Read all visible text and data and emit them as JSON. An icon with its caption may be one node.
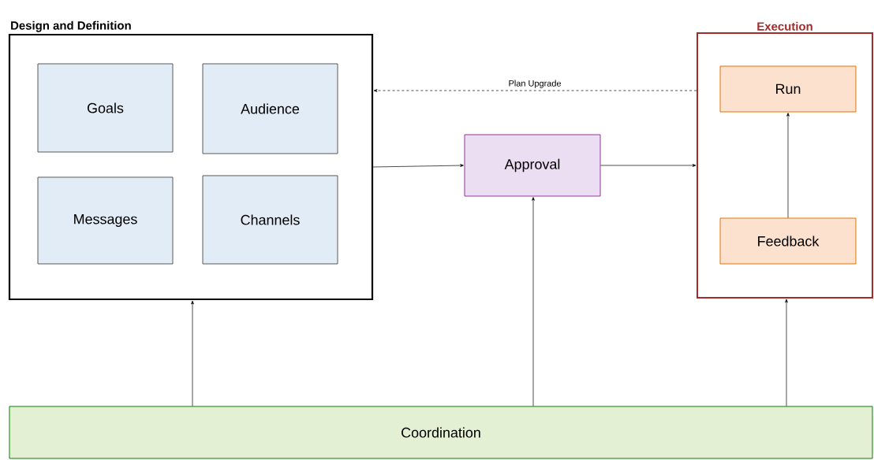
{
  "diagram": {
    "nodes": [
      {
        "text": [
          "Design and Definition"
        ]
      },
      {
        "text": [
          "Goals"
        ],
        "in": 0
      },
      {
        "text": [
          "Audience"
        ],
        "in": 0
      },
      {
        "text": [
          "Messages"
        ],
        "in": 0
      },
      {
        "text": [
          "Channels"
        ],
        "in": 0
      },
      {
        "text": [
          "Approval"
        ]
      },
      {
        "text": [
          "Execution"
        ]
      },
      {
        "text": [
          "Run"
        ],
        "in": 6
      },
      {
        "text": [
          "Feedback"
        ],
        "in": 6
      },
      {
        "text": [
          "Coordination"
        ]
      }
    ],
    "edges": [
      {
        "from": 6,
        "to": 0,
        "arrow": "to",
        "label": "Plan Upgrade",
        "style": "dashed"
      },
      {
        "from": 0,
        "to": 5,
        "arrow": "to"
      },
      {
        "from": 5,
        "to": 6,
        "arrow": "to"
      },
      {
        "from": 8,
        "to": 7,
        "arrow": "to"
      },
      {
        "from": 9,
        "to": 0,
        "arrow": "to"
      },
      {
        "from": 9,
        "to": 5,
        "arrow": "to"
      },
      {
        "from": 9,
        "to": 6,
        "arrow": "to"
      }
    ]
  }
}
